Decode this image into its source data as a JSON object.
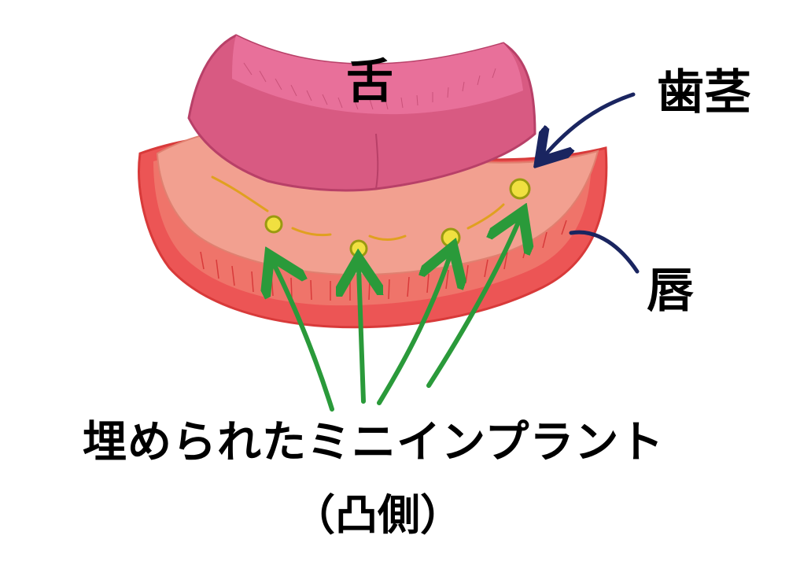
{
  "labels": {
    "tongue": "舌",
    "gum": "歯茎",
    "lip": "唇",
    "caption": "埋められたミニインプラント",
    "subcaption": "（凸側）"
  },
  "colors": {
    "lip": "#ec5555",
    "lip_inner": "#f28a7a",
    "gum": "#f2a090",
    "tongue_dark": "#d85a82",
    "tongue_light": "#e8709a",
    "implant_fill": "#f0e040",
    "implant_stroke": "#9a9a10",
    "pointer_arrow": "#1a2560",
    "implant_arrow": "#2a9a3a",
    "gum_line": "#e0a020"
  },
  "implants_count_label": ""
}
